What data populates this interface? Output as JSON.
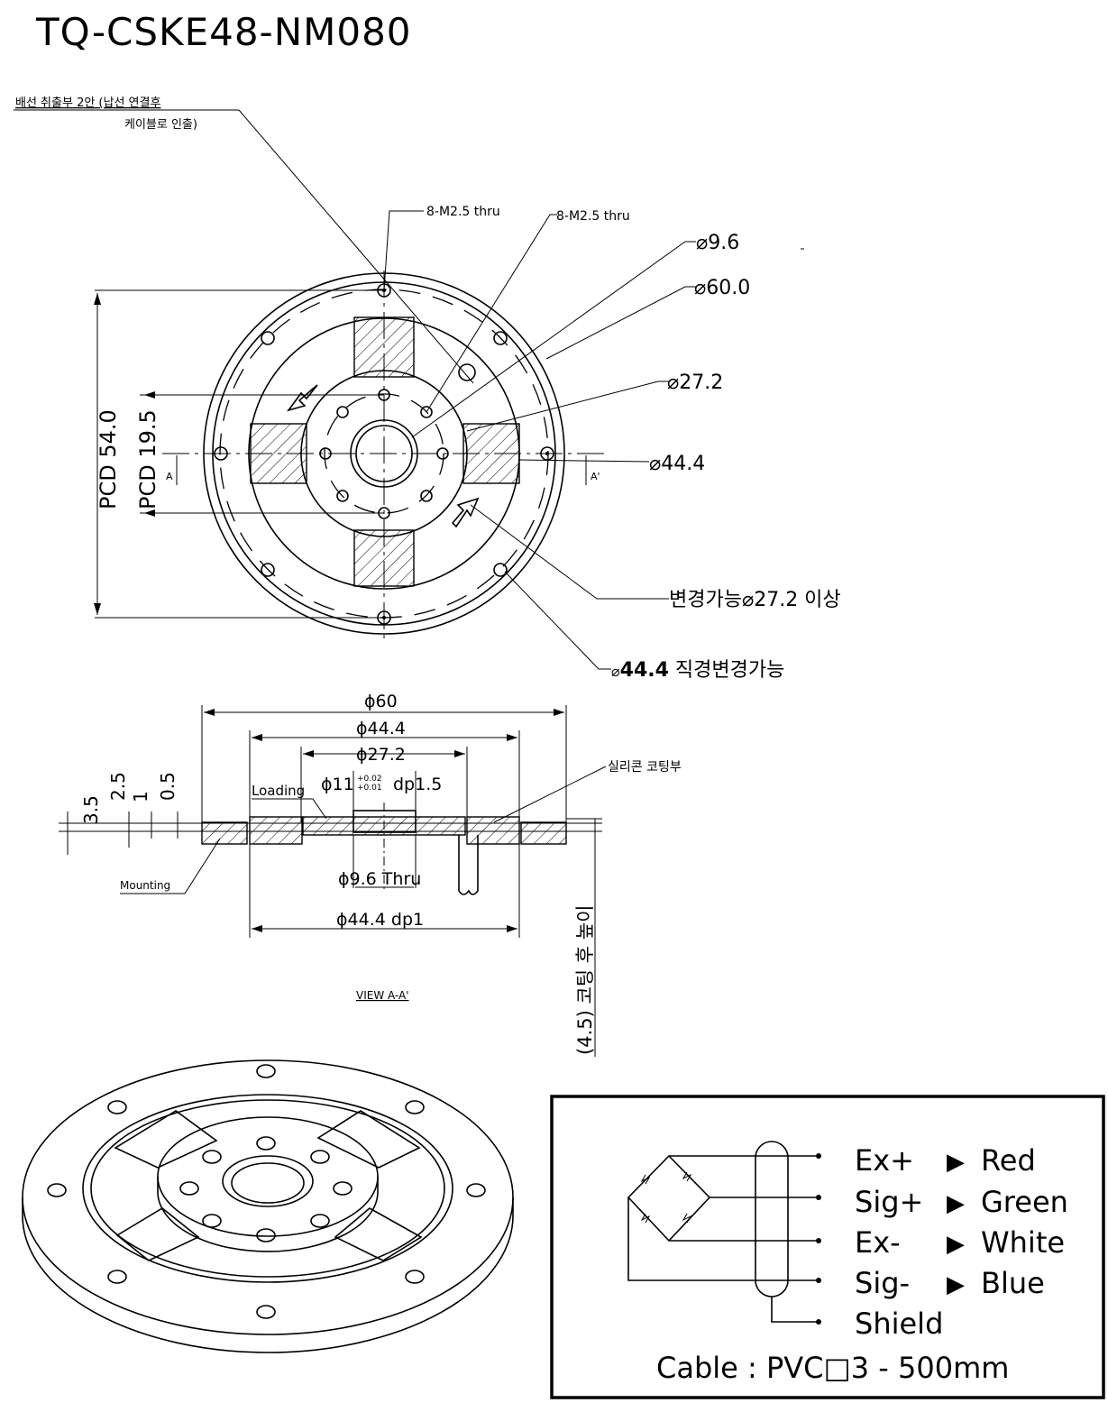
{
  "title": "TQ-CSKE48-NM080",
  "top_view": {
    "note_wire_line1": "배선 취출부 2안 (납선 연결후",
    "note_wire_line2": "케이블로 인출)",
    "callout_holes_outer": "8-M2.5 thru",
    "callout_holes_inner": "8-M2.5 thru",
    "callout_d96": "⌀9.6",
    "callout_d600": "⌀60.0",
    "callout_d272": "⌀27.2",
    "callout_d444": "⌀44.4",
    "callout_changeable_272": "변경가능⌀27.2 이상",
    "callout_changeable_444_prefix": "⌀",
    "callout_changeable_444_value": "44.4",
    "callout_changeable_444_suffix": " 직경변경가능",
    "dim_pcd54": "PCD 54.0",
    "dim_pcd195": "PCD 19.5",
    "section_mark_left": "A",
    "section_mark_right": "A'"
  },
  "section_view": {
    "dim_d60": "ϕ60",
    "dim_d444_top": "ϕ44.4",
    "dim_d272": "ϕ27.2",
    "dim_d11_prefix": "ϕ11",
    "dim_d11_tol_upper": "+0.02",
    "dim_d11_tol_lower": "+0.01",
    "dim_d11_suffix": "dp1.5",
    "label_loading": "Loading",
    "label_mounting": "Mounting",
    "label_silicone": "실리콘 코팅부",
    "dim_35": "3.5",
    "dim_25": "2.5",
    "dim_1": "1",
    "dim_05": "0.5",
    "dim_d96_thru": "ϕ9.6 Thru",
    "dim_d444_dp1": "ϕ44.4 dp1",
    "dim_height_after_coating": "(4.5) 코팅 후 높이",
    "view_label": "VIEW A-A'"
  },
  "wiring": {
    "wires": [
      {
        "label": "Ex+",
        "color_name": "Red"
      },
      {
        "label": "Sig+",
        "color_name": "Green"
      },
      {
        "label": "Ex-",
        "color_name": "White"
      },
      {
        "label": "Sig-",
        "color_name": "Blue"
      }
    ],
    "shield_label": "Shield",
    "arrow_glyph": "▶",
    "cable_spec": "Cable : PVC□3 - 500mm"
  }
}
